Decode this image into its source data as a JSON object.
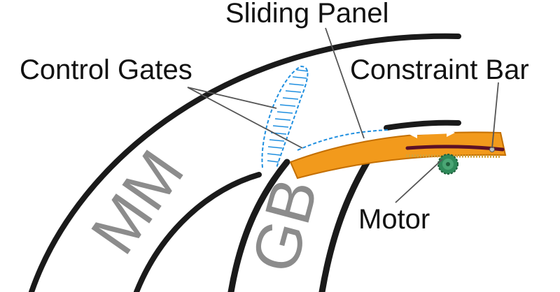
{
  "labels": {
    "sliding_panel": "Sliding Panel",
    "control_gates": "Control Gates",
    "constraint_bar": "Constraint Bar",
    "motor": "Motor",
    "mm": "MM",
    "gb": "GB"
  },
  "colors": {
    "outline": "#1a1a1a",
    "panel": "#f29a1c",
    "panel_edge": "#c46f00",
    "gate": "#1f8fe0",
    "slot": "#5b1027",
    "gear": "#2f8a5a",
    "rack": "#d2a23a",
    "arrow": "#ffffff",
    "region_text": "#8c8c8c",
    "callout_line": "#555555"
  },
  "icons": {
    "arrow": "double-headed-arrow",
    "gear": "spur-gear"
  }
}
